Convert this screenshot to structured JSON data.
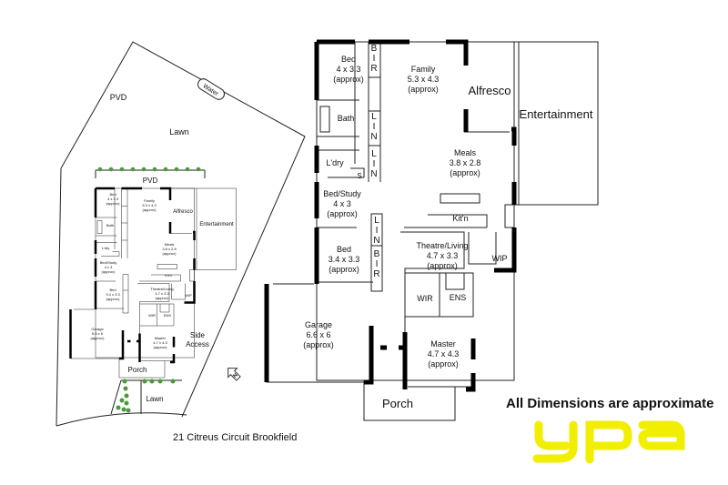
{
  "site": {
    "pvd_top": "PVD",
    "lawn_top": "Lawn",
    "water": "Water",
    "pvd_mid": "PVD",
    "side_access_line1": "Side",
    "side_access_line2": "Access",
    "porch": "Porch",
    "lawn_bottom": "Lawn",
    "north": "N",
    "address": "21 Citreus Circuit Brookfield"
  },
  "rooms": {
    "bed1": {
      "name": "Bed",
      "size": "4 x 3.3",
      "note": "(approx)"
    },
    "family": {
      "name": "Family",
      "size": "5.3 x 4.3",
      "note": "(approx)"
    },
    "alfresco": {
      "name": "Alfresco"
    },
    "entertainment": {
      "name": "Entertainment"
    },
    "bath": {
      "name": "Bath"
    },
    "laundry": {
      "name": "L'dry",
      "s": "S"
    },
    "meals": {
      "name": "Meals",
      "size": "3.8 x 2.8",
      "note": "(approx)"
    },
    "bed_study": {
      "name": "Bed/Study",
      "size": "4 x 3",
      "note": "(approx)"
    },
    "bed2": {
      "name": "Bed",
      "size": "3.4 x 3.3",
      "note": "(approx)"
    },
    "kitchen": {
      "name": "Kit'n"
    },
    "theatre": {
      "name": "Theatre/Living",
      "size": "4.7 x 3.3",
      "note": "(approx)"
    },
    "wip": {
      "name": "WIP"
    },
    "wir": {
      "name": "WIR"
    },
    "ens": {
      "name": "ENS"
    },
    "garage": {
      "name": "Garage",
      "size": "6.6 x 6",
      "note": "(approx)"
    },
    "master": {
      "name": "Master",
      "size": "4.7 x 4.3",
      "note": "(approx)"
    },
    "porch": {
      "name": "Porch"
    }
  },
  "storage": {
    "bir1": [
      "B",
      "I",
      "R"
    ],
    "lin1": [
      "L",
      "I",
      "N"
    ],
    "lin2": [
      "L",
      "I",
      "N"
    ],
    "lin3": [
      "L",
      "I",
      "N"
    ],
    "bir2": [
      "B",
      "I",
      "R"
    ]
  },
  "disclaimer": "All Dimensions are approximate",
  "brand": {
    "logo_text": "ypa",
    "color": "#f2ee00"
  }
}
